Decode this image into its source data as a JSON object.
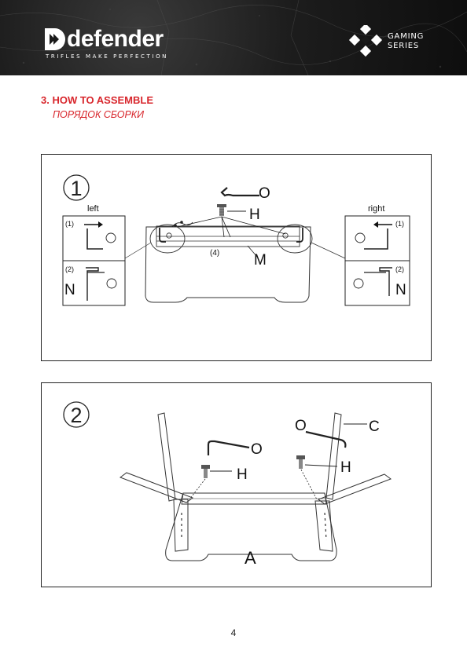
{
  "header": {
    "brand": "defender",
    "tagline": "TRIFLES MAKE PERFECTION",
    "gaming_line1": "GAMING",
    "gaming_line2": "SERIES"
  },
  "section": {
    "title": "3. HOW TO ASSEMBLE",
    "subtitle": "ПОРЯДОК СБОРКИ"
  },
  "step1": {
    "number": "1",
    "left_label": "left",
    "right_label": "right",
    "sub_step_1": "(1)",
    "sub_step_2": "(2)",
    "screw_count": "(4)",
    "part_O": "O",
    "part_H": "H",
    "part_M": "M",
    "part_N": "N"
  },
  "step2": {
    "number": "2",
    "part_O": "O",
    "part_C": "C",
    "part_H": "H",
    "part_A": "A"
  },
  "page_number": "4"
}
